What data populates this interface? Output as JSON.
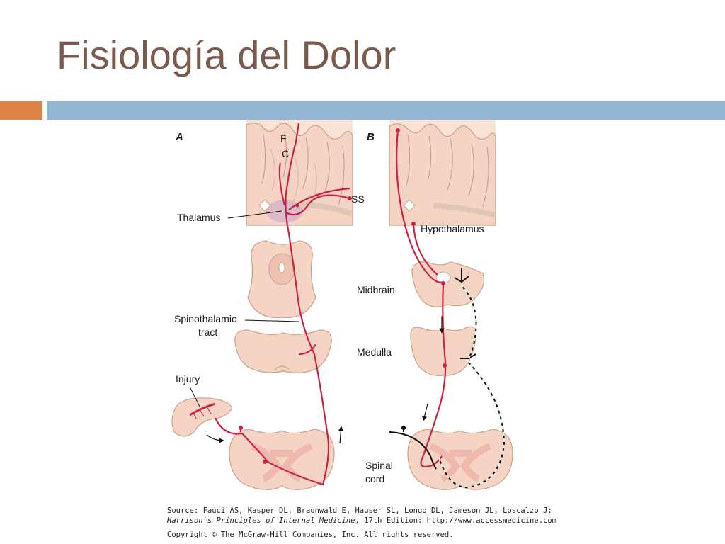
{
  "slide": {
    "title": "Fisiología del Dolor"
  },
  "figure": {
    "panel_a": "A",
    "panel_b": "B",
    "labels": {
      "f": "F",
      "c": "C",
      "ss": "SS",
      "thalamus": "Thalamus",
      "spinothalamic_line1": "Spinothalamic",
      "spinothalamic_line2": "tract",
      "injury": "Injury",
      "hypothalamus": "Hypothalamus",
      "midbrain": "Midbrain",
      "medulla": "Medulla",
      "spinal_line1": "Spinal",
      "spinal_line2": "cord"
    },
    "colors": {
      "pathway": "#cc2244",
      "tissue": "#f6d4c3",
      "tissue_stroke": "#c9a08e",
      "grey_matter": "#efb9ad"
    }
  },
  "source": {
    "line1": "Source: Fauci AS, Kasper DL, Braunwald E, Hauser SL, Longo DL, Jameson JL, Loscalzo J:",
    "book": "Harrison's Principles of Internal Medicine",
    "line2_rest": ", 17th Edition: http://www.accessmedicine.com",
    "copyright": "Copyright © The McGraw-Hill Companies, Inc. All rights reserved."
  }
}
